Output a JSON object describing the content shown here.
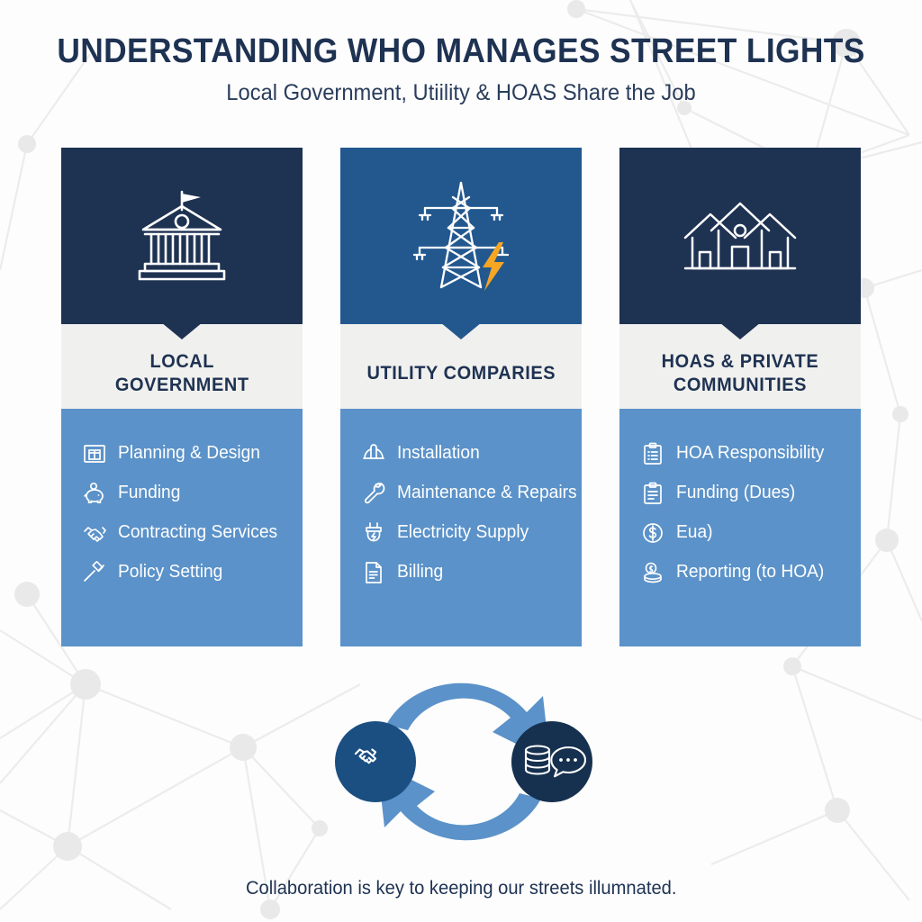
{
  "header": {
    "title": "UNDERSTANDING WHO MANAGES STREET LIGHTS",
    "subtitle": "Local Government, Utiility & HOAS Share the Job"
  },
  "colors": {
    "navy": "#1e3252",
    "medium_blue": "#23588f",
    "body_blue": "#5b92c9",
    "title_band": "#f0f0ee",
    "accent_yellow": "#f5a623",
    "background": "#fdfdfd",
    "network_gray": "#ebebeb"
  },
  "columns": [
    {
      "id": "local-government",
      "header_icon": "government-building-icon",
      "header_color": "navy",
      "title": "LOCAL\nGOVERNMENT",
      "title_lines": [
        "LOCAL",
        "GOVERNMENT"
      ],
      "features": [
        {
          "icon": "blueprint-icon",
          "label": "Planning & Design"
        },
        {
          "icon": "piggy-bank-icon",
          "label": "Funding"
        },
        {
          "icon": "handshake-icon",
          "label": "Contracting Services"
        },
        {
          "icon": "gavel-icon",
          "label": "Policy Setting"
        }
      ]
    },
    {
      "id": "utility-companies",
      "header_icon": "power-pylon-icon",
      "header_color": "medium_blue",
      "title": "UTILITY COMPARIES",
      "title_lines": [
        "UTILITY COMPARIES"
      ],
      "features": [
        {
          "icon": "hard-hat-icon",
          "label": "Installation"
        },
        {
          "icon": "wrench-icon",
          "label": "Maintenance & Repairs"
        },
        {
          "icon": "plug-icon",
          "label": "Electricity Supply"
        },
        {
          "icon": "invoice-icon",
          "label": "Billing"
        }
      ]
    },
    {
      "id": "hoas-private-communities",
      "header_icon": "houses-community-icon",
      "header_color": "navy",
      "title": "HOAS & PRIVATE\nCOMMUNITIES",
      "title_lines": [
        "HOAS & PRIVATE",
        "COMMUNITIES"
      ],
      "features": [
        {
          "icon": "clipboard-icon",
          "label": "HOA Responsibility"
        },
        {
          "icon": "clipboard-icon",
          "label": "Funding (Dues)"
        },
        {
          "icon": "dollar-coin-icon",
          "label": "Eua)"
        },
        {
          "icon": "coin-stack-icon",
          "label": "Reporting (to HOA)"
        }
      ]
    }
  ],
  "cycle": {
    "left_node_icon": "handshake-icon",
    "right_node_icon": "coins-chat-icon",
    "arrow_icon": "circular-arrows-icon"
  },
  "footer": {
    "text": "Collaboration is key to keeping our streets illumnated."
  }
}
